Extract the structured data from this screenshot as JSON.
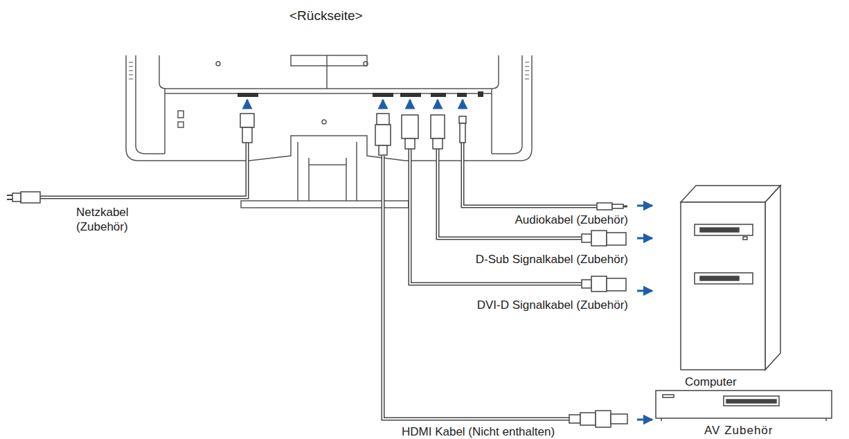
{
  "diagram": {
    "title": "<Rückseite>",
    "nodes": [
      {
        "text": [
          "Computer"
        ]
      },
      {
        "text": [
          "AV Zubehör"
        ]
      }
    ],
    "labels": [
      "Netzkabel (Zubehör)",
      "Audiokabel (Zubehör)",
      "D-Sub Signalkabel (Zubehör)",
      "DVI-D Signalkabel (Zubehör)",
      "HDMI Kabel (Nicht enthalten)"
    ]
  }
}
